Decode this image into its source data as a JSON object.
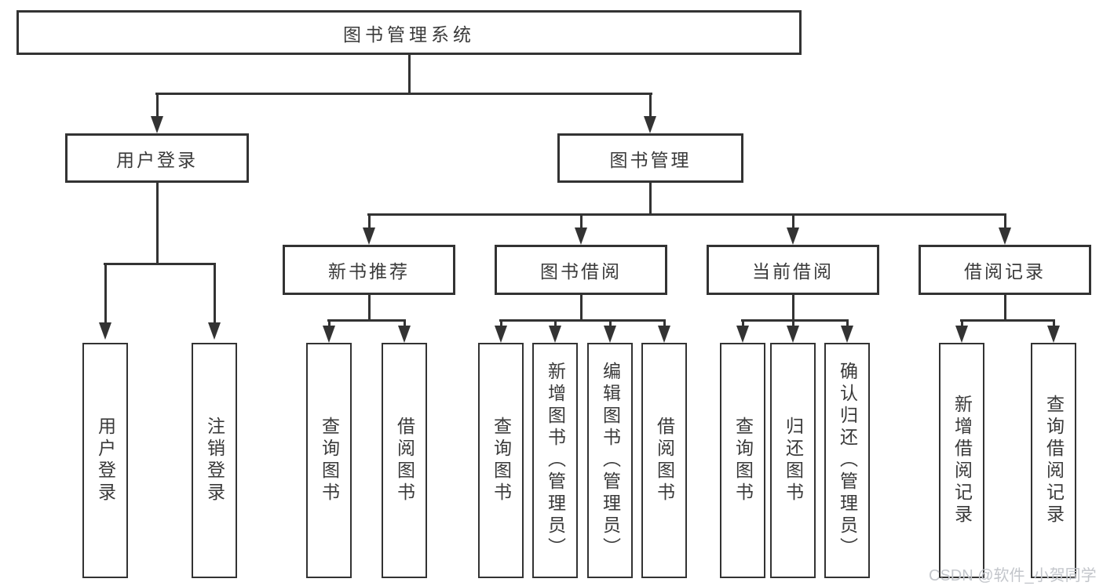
{
  "root": {
    "label": "图书管理系统"
  },
  "branches": {
    "user_login": {
      "label": "用户登录",
      "children": {
        "login": "用户登录",
        "logout": "注销登录"
      }
    },
    "book_mgmt": {
      "label": "图书管理",
      "sections": {
        "new_book": {
          "label": "新书推荐",
          "children": {
            "query": "查询图书",
            "borrow": "借阅图书"
          }
        },
        "borrowing": {
          "label": "图书借阅",
          "children": {
            "query": "查询图书",
            "add": "新增图书（管理员）",
            "edit": "编辑图书（管理员）",
            "borrow": "借阅图书"
          }
        },
        "current": {
          "label": "当前借阅",
          "children": {
            "query": "查询图书",
            "return": "归还图书",
            "confirm": "确认归还（管理员）"
          }
        },
        "records": {
          "label": "借阅记录",
          "children": {
            "add": "新增借阅记录",
            "query": "查询借阅记录"
          }
        }
      }
    }
  },
  "watermark": "CSDN @软件_小贺同学",
  "colors": {
    "line": "#333333",
    "text": "#3a3a3a",
    "watermark": "#c3c6cb",
    "background": "#ffffff"
  }
}
